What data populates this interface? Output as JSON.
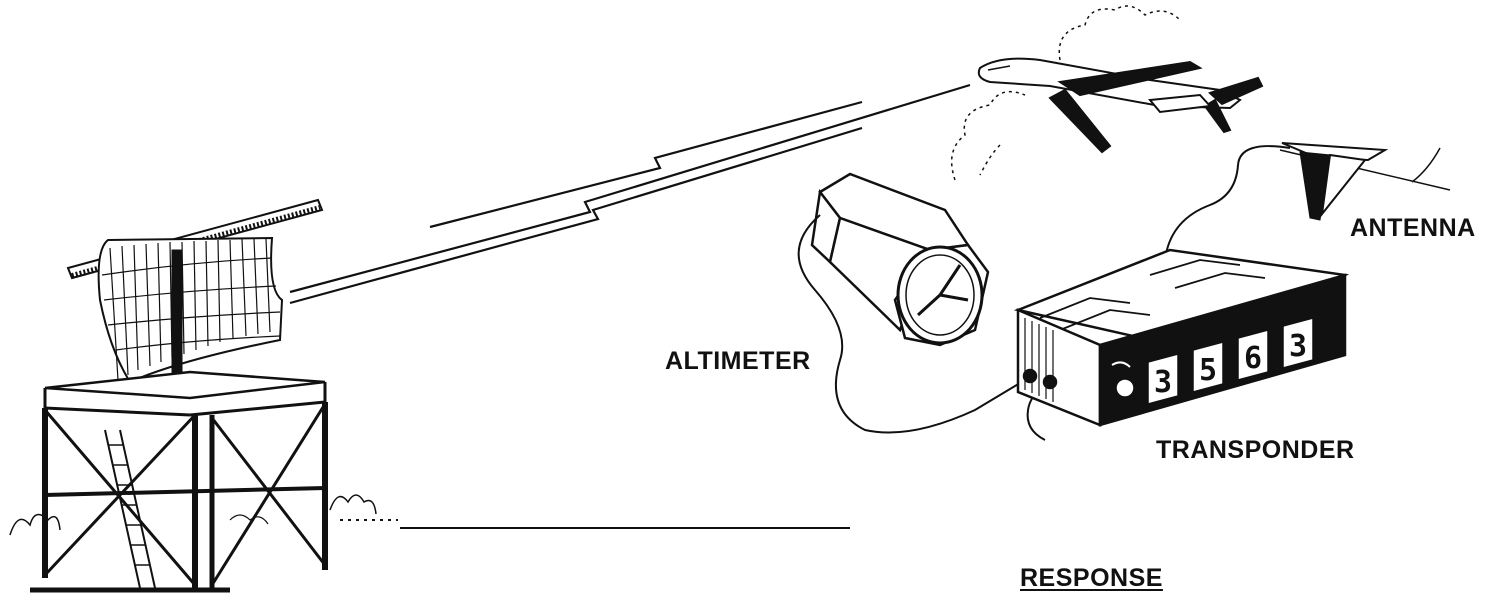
{
  "labels": {
    "antenna": "ANTENNA",
    "altimeter": "ALTIMETER",
    "transponder": "TRANSPONDER",
    "response": "RESPONSE"
  },
  "transponder_code": [
    "3",
    "5",
    "6",
    "3"
  ],
  "colors": {
    "ink": "#111111",
    "paper": "#ffffff"
  },
  "icons": [
    "radar-antenna-icon",
    "radar-tower-icon",
    "airplane-icon",
    "cloud-icon",
    "altimeter-icon",
    "transponder-icon",
    "aircraft-antenna-icon"
  ]
}
